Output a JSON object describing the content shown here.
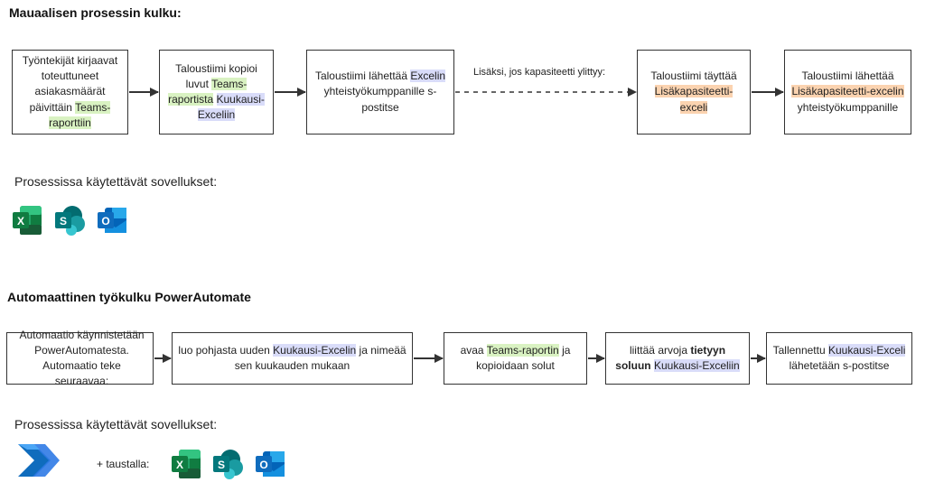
{
  "manual": {
    "title": "Mauaalisen prosessin kulku:",
    "box1": {
      "t1": "Työntekijät kirjaavat toteuttuneet asiakasmäärät päivittäin ",
      "h1": "Teams-raporttiin"
    },
    "box2": {
      "t1": "Taloustiimi kopioi luvut ",
      "h1": "Teams-raportista",
      "t2": " ",
      "h2": "Kuukausi-Exceliin"
    },
    "box3": {
      "t1": "Taloustiimi lähettää ",
      "h1": "Excelin",
      "t2": " yhteistyökumppanille s-postitse"
    },
    "dashed_label": "Lisäksi, jos kapasiteetti ylittyy:",
    "box4": {
      "t1": "Taloustiimi täyttää ",
      "h1": "Lisäkapasiteetti-exceli"
    },
    "box5": {
      "t1": "Taloustiimi lähettää ",
      "h1": "Lisäkapasiteetti-excelin",
      "t2": " yhteistyökumppanille"
    },
    "apps_label": "Prosessissa käytettävät sovellukset:"
  },
  "auto": {
    "title": "Automaattinen työkulku PowerAutomate",
    "box1": {
      "t1": "Automaatio käynnistetään PowerAutomatesta. Automaatio teke seuraavaa:"
    },
    "box2": {
      "t1": "luo pohjasta uuden ",
      "h1": "Kuukausi-Excelin",
      "t2": "  ja nimeää sen kuukauden mukaan"
    },
    "box3": {
      "t1": "avaa ",
      "h1": "Teams-raportin",
      "t2": " ja kopioidaan solut"
    },
    "box4": {
      "t1": "liittää arvoja ",
      "b1": "tietyyn soluun",
      "t2": " ",
      "h1": "Kuukausi-Exceliin"
    },
    "box5": {
      "t1": "Tallennettu ",
      "h1": "Kuukausi-Exceli",
      "t2": " lähetetään s-postitse"
    },
    "apps_label": "Prosessissa käytettävät sovellukset:",
    "background_label": "+ taustalla:"
  },
  "icons": {
    "excel": {
      "name": "excel-icon",
      "letter": "X",
      "color": "#1d6f42"
    },
    "sharepoint": {
      "name": "sharepoint-icon",
      "letter": "S",
      "color": "#038387"
    },
    "outlook": {
      "name": "outlook-icon",
      "letter": "O",
      "color": "#0f6cbd"
    },
    "powerautomate": {
      "name": "power-automate-icon",
      "color": "#2f7ae5"
    }
  },
  "colors": {
    "highlight_green": "#d9f2c2",
    "highlight_blue": "#d9dcf9",
    "highlight_orange": "#fbd3b0"
  }
}
